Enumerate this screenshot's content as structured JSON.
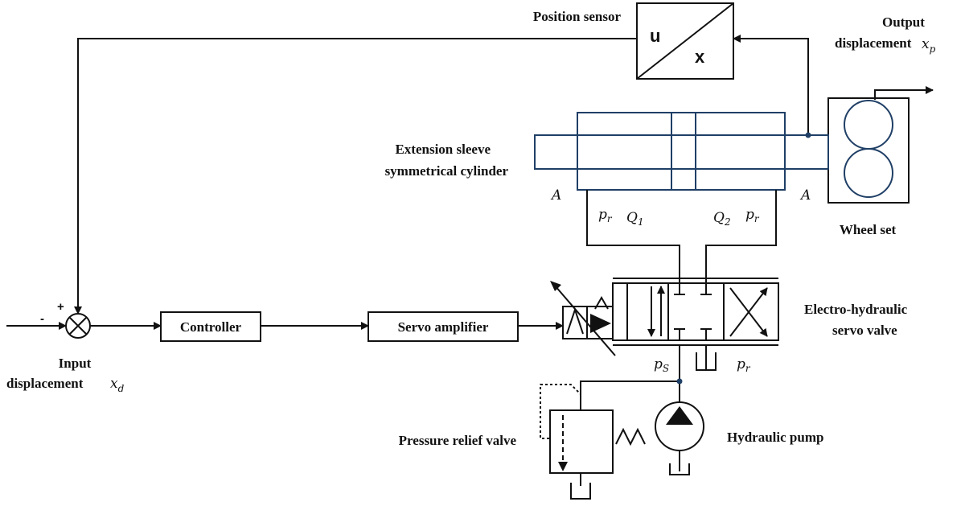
{
  "labels": {
    "position_sensor": "Position sensor",
    "output_displacement_line1": "Output",
    "output_displacement_line2": "displacement",
    "output_symbol": "x",
    "output_symbol_sub": "p",
    "cylinder_line1": "Extension sleeve",
    "cylinder_line2": "symmetrical cylinder",
    "wheel_set": "Wheel set",
    "controller": "Controller",
    "servo_amplifier": "Servo amplifier",
    "servo_valve_line1": "Electro-hydraulic",
    "servo_valve_line2": "servo valve",
    "input_displacement_line1": "Input",
    "input_displacement_line2": "displacement",
    "input_symbol": "x",
    "input_symbol_sub": "d",
    "relief_valve": "Pressure relief valve",
    "pump": "Hydraulic pump"
  },
  "sensor": {
    "u": "u",
    "x": "x"
  },
  "summing": {
    "plus": "+",
    "minus": "-"
  },
  "symbols": {
    "area_left": "A",
    "area_right": "A",
    "p": "p",
    "Q": "Q",
    "sub_r": "r",
    "sub_1": "1",
    "sub_2": "2",
    "sub_S": "S"
  },
  "colors": {
    "line": "#111111",
    "cylinder": "#1f3f66"
  }
}
